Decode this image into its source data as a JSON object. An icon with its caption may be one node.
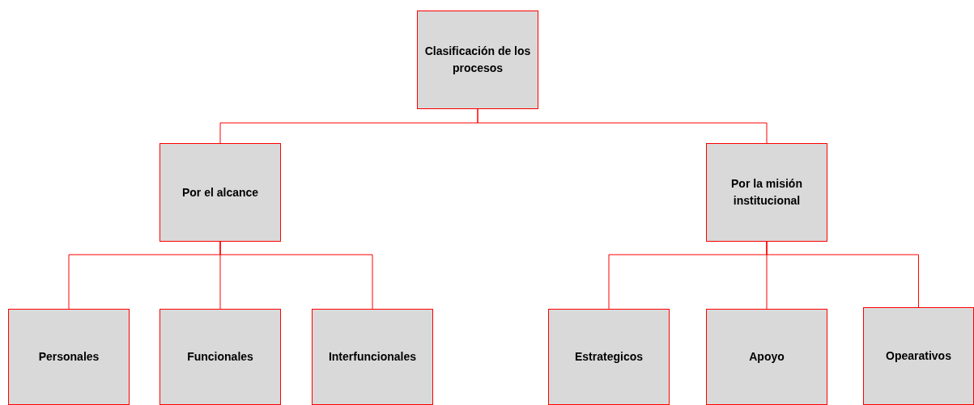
{
  "diagram": {
    "nodes": [
      {
        "text": [
          "Clasificación de los procesos"
        ]
      },
      {
        "text": [
          "Por el alcance"
        ]
      },
      {
        "text": [
          "Por la misión institucional"
        ]
      },
      {
        "text": [
          "Personales"
        ]
      },
      {
        "text": [
          "Funcionales"
        ]
      },
      {
        "text": [
          "Interfuncionales"
        ]
      },
      {
        "text": [
          "Estrategicos"
        ]
      },
      {
        "text": [
          "Apoyo"
        ]
      },
      {
        "text": [
          "Opearativos"
        ]
      }
    ],
    "edges": [
      {
        "from": 0,
        "to": 1,
        "arrow": "none"
      },
      {
        "from": 0,
        "to": 2,
        "arrow": "none"
      },
      {
        "from": 1,
        "to": 3,
        "arrow": "none"
      },
      {
        "from": 1,
        "to": 4,
        "arrow": "none"
      },
      {
        "from": 1,
        "to": 5,
        "arrow": "none"
      },
      {
        "from": 2,
        "to": 6,
        "arrow": "none"
      },
      {
        "from": 2,
        "to": 7,
        "arrow": "none"
      },
      {
        "from": 2,
        "to": 8,
        "arrow": "none"
      }
    ]
  }
}
